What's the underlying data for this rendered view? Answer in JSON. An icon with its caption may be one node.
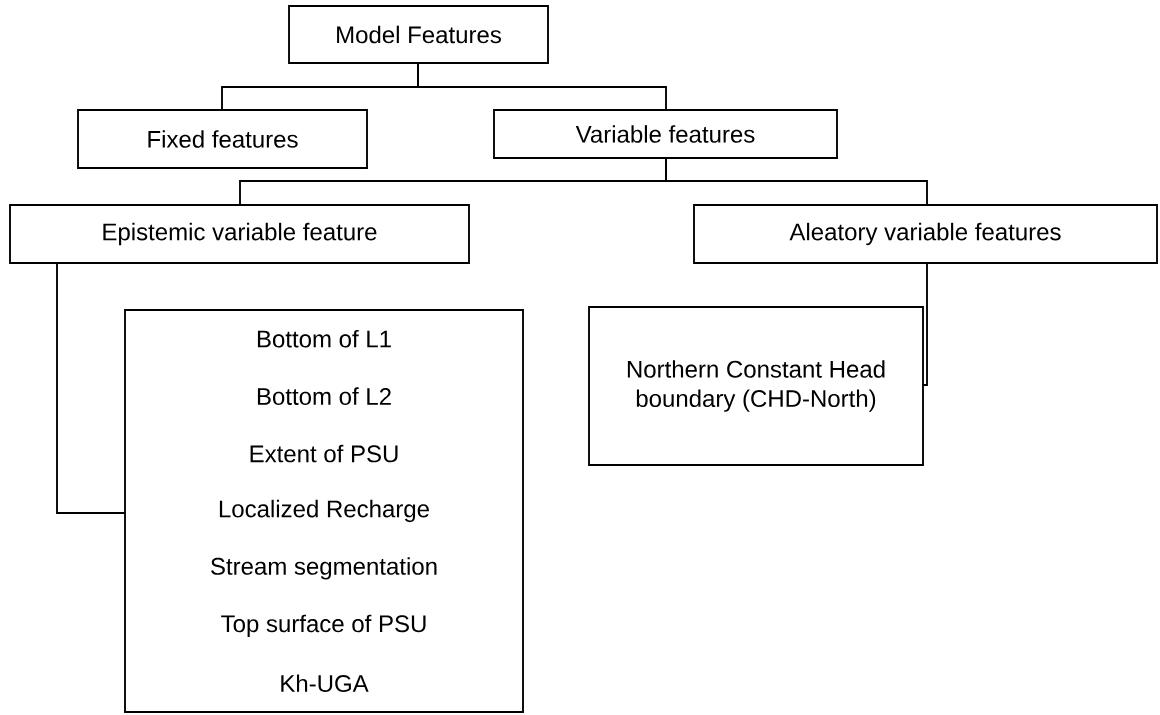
{
  "diagram": {
    "nodes": [
      {
        "text": [
          "Model Features"
        ]
      },
      {
        "text": [
          "Fixed features"
        ]
      },
      {
        "text": [
          "Variable features"
        ]
      },
      {
        "text": [
          "Epistemic variable feature"
        ]
      },
      {
        "text": [
          "Aleatory variable features"
        ]
      },
      {
        "text": [
          "Bottom of L1",
          "Bottom of L2",
          "Extent of PSU",
          "Localized Recharge",
          "Stream segmentation",
          "Top surface of PSU",
          "Kh-UGA"
        ]
      },
      {
        "text": [
          "Northern Constant Head boundary (CHD-North)"
        ]
      }
    ],
    "edges": [
      {
        "from": 0,
        "to": 1,
        "arrow": "none"
      },
      {
        "from": 0,
        "to": 2,
        "arrow": "none"
      },
      {
        "from": 2,
        "to": 3,
        "arrow": "none"
      },
      {
        "from": 2,
        "to": 4,
        "arrow": "none"
      },
      {
        "from": 3,
        "to": 5,
        "arrow": "none"
      },
      {
        "from": 4,
        "to": 6,
        "arrow": "none"
      }
    ]
  }
}
